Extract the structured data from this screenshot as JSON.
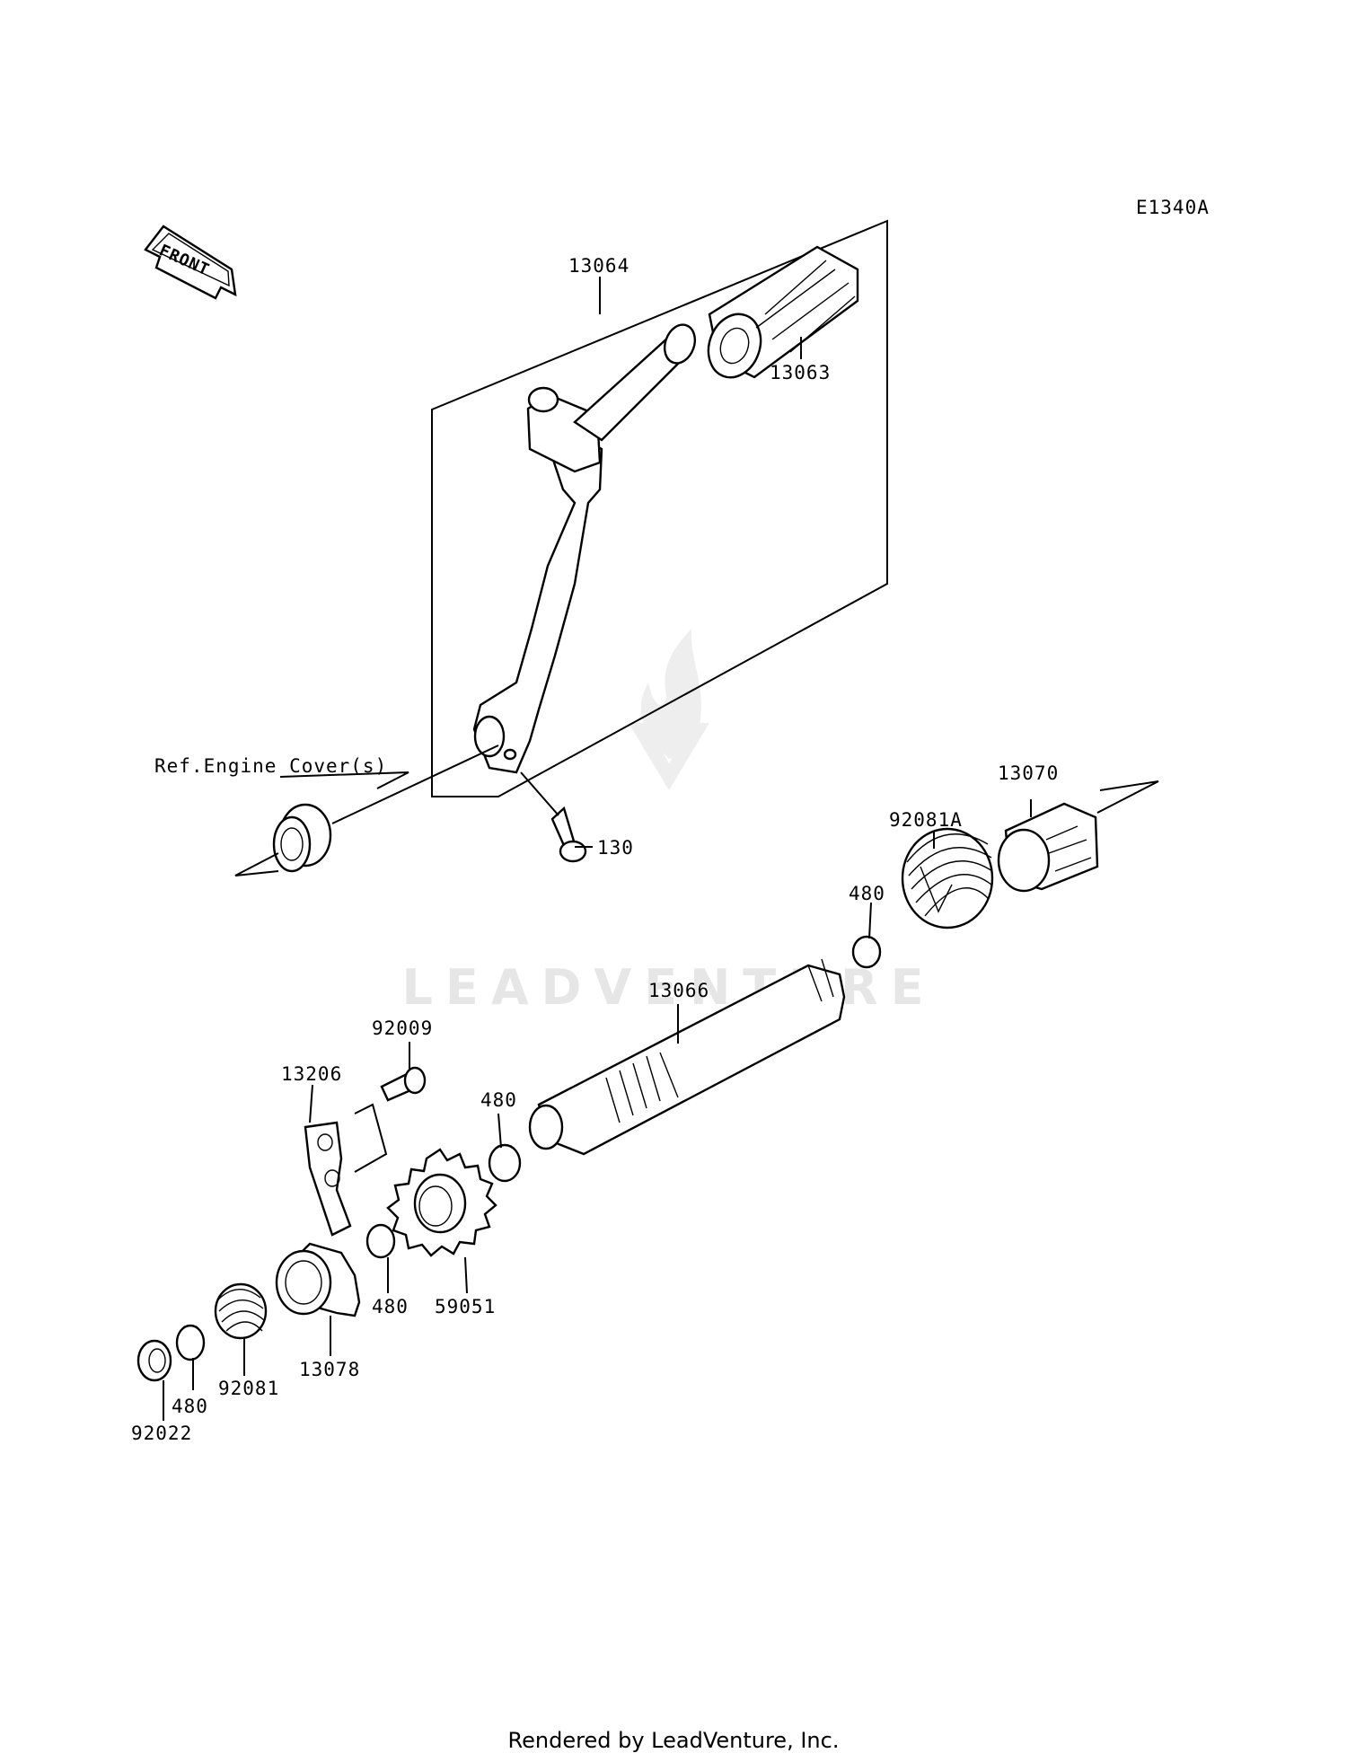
{
  "diagram_code": "E1340A",
  "front_label": "FRONT",
  "watermark_text": "LEADVENTURE",
  "footer_text": "Rendered by LeadVenture, Inc.",
  "ref_label": "Ref.Engine Cover(s)",
  "parts": {
    "p13064": "13064",
    "p13063": "13063",
    "p130": "130",
    "p13070": "13070",
    "p92081A": "92081A",
    "p480_top": "480",
    "p13066": "13066",
    "p92009": "92009",
    "p13206": "13206",
    "p480_mid": "480",
    "p59051": "59051",
    "p480_low": "480",
    "p13078": "13078",
    "p92081": "92081",
    "p480_bottom": "480",
    "p92022": "92022"
  }
}
